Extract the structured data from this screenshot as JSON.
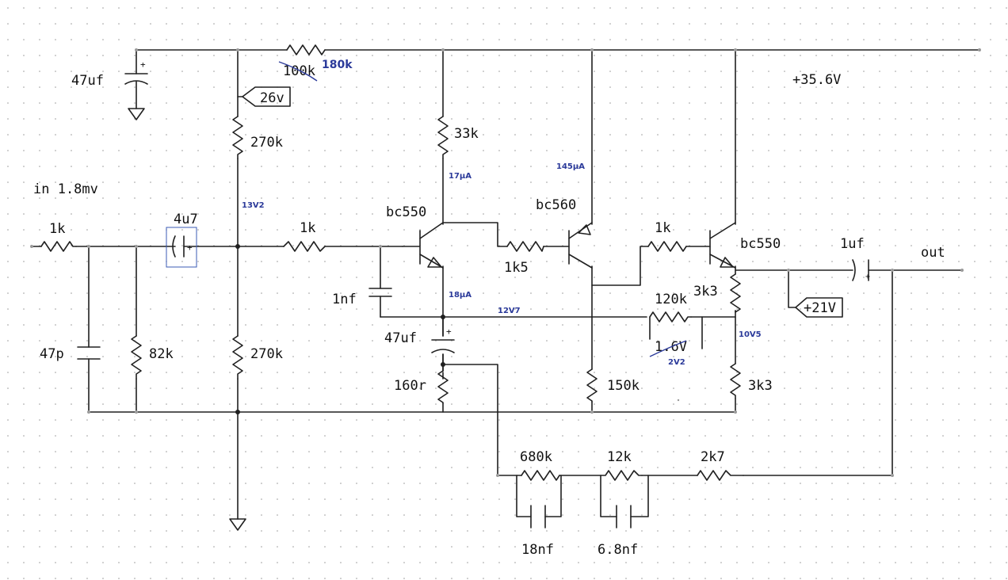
{
  "supply": {
    "rail_voltage": "+35.6V"
  },
  "input": {
    "label": "in 1.8mv"
  },
  "output": {
    "label": "out"
  },
  "probes": {
    "p26": "26v",
    "p21": "+21V"
  },
  "components": {
    "c_supply": "47uf",
    "r_feed_old": "100k",
    "r_feed_new": "180k",
    "r_bias_top": "270k",
    "r_in": "1k",
    "c_in": "4u7",
    "c_filter": "47p",
    "r_shunt": "82k",
    "r_bias_bottom": "270k",
    "r_base": "1k",
    "q1": "bc550",
    "c_base": "1nf",
    "r_collector": "33k",
    "c_emitter": "47uf",
    "r_emitter": "160r",
    "r_couple": "1k5",
    "q2": "bc560",
    "r_q2_load": "150k",
    "r_q3_base": "1k",
    "q3": "bc550",
    "r_120k": "120k",
    "r_em_top": "3k3",
    "r_em_bottom": "3k3",
    "c_out": "1uf",
    "r_fb1": "680k",
    "c_fb1": "18nf",
    "r_fb2": "12k",
    "c_fb2": "6.8nf",
    "r_fb3": "2k7"
  },
  "annotations": {
    "v13": "13V2",
    "i17": "17µA",
    "i145": "145µA",
    "i18": "18µA",
    "v12": "12V7",
    "v1_6_old": "1.6V",
    "v2": "2V2",
    "v10": "10V5"
  }
}
